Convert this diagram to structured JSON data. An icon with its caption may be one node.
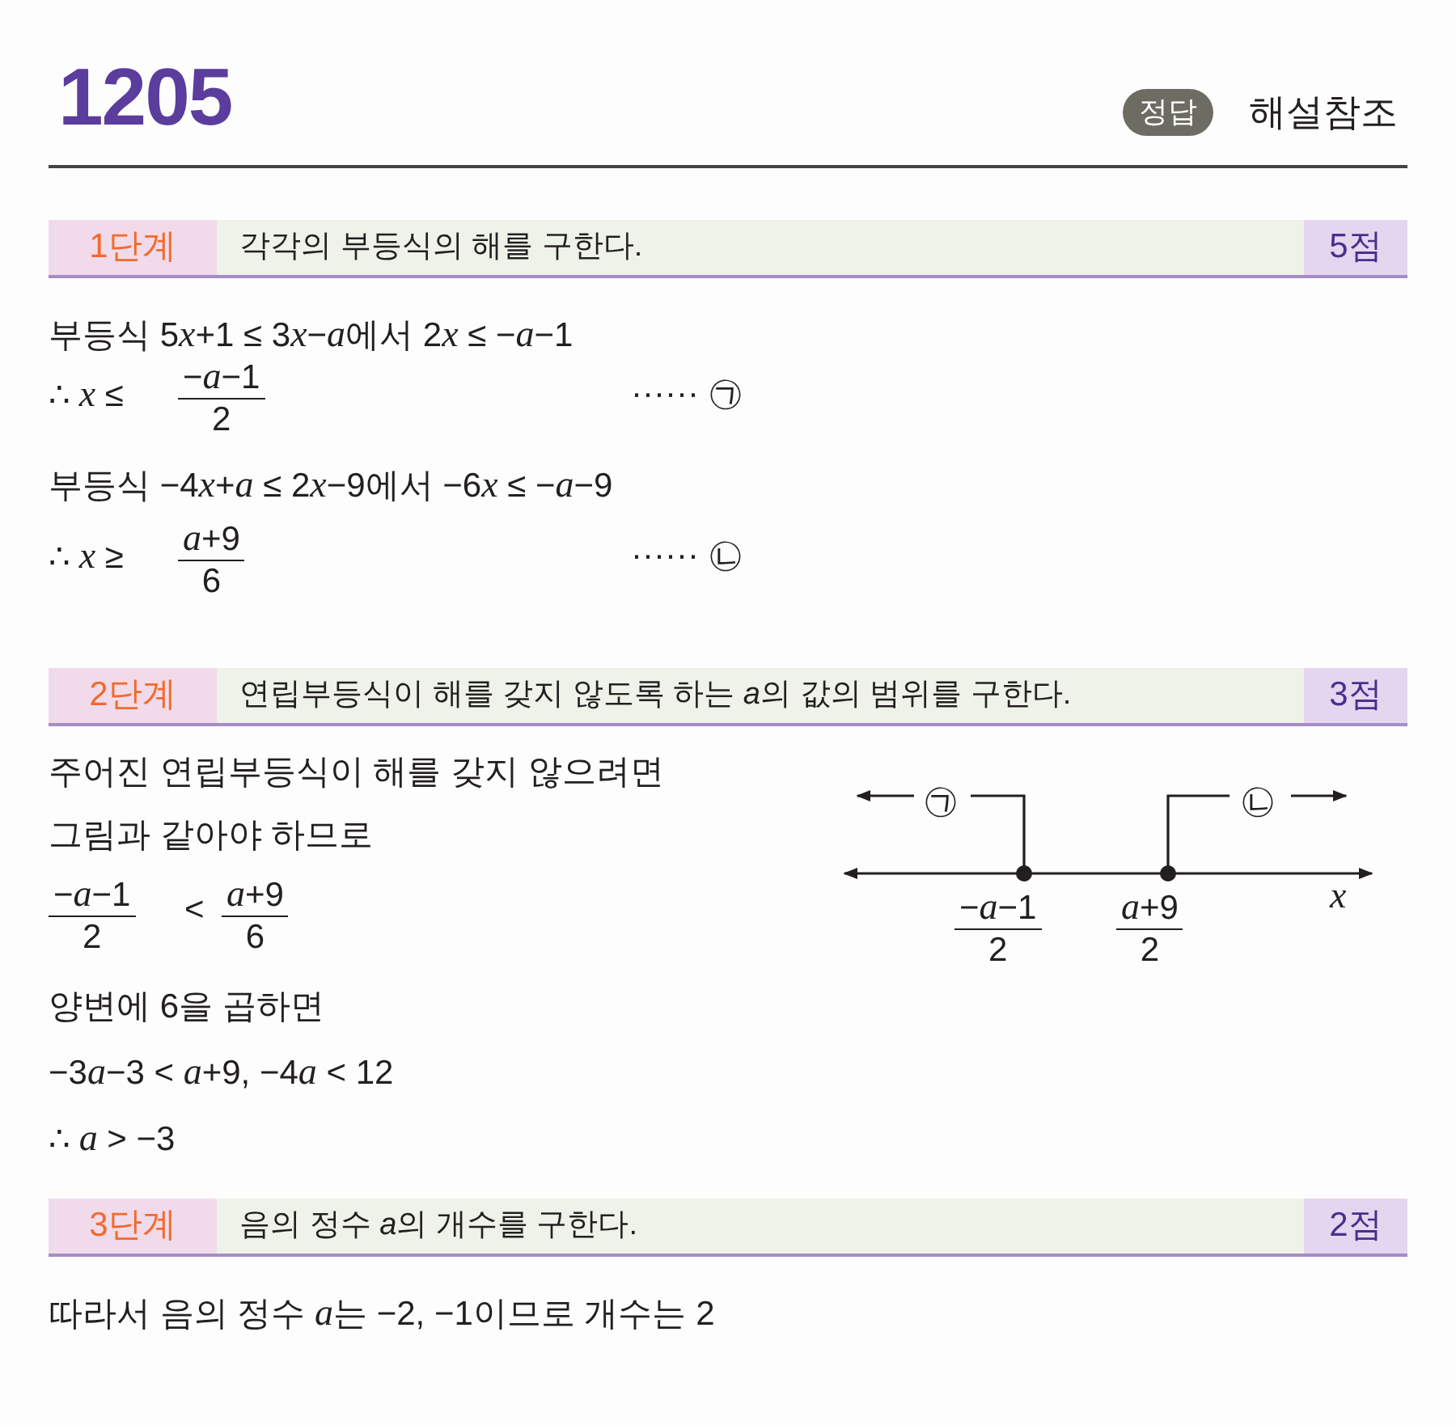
{
  "diagram": {
    "title": "1205",
    "nodes": [
      {
        "text": [
          "정답"
        ]
      },
      {
        "text": [
          "1단계",
          "각각의 부등식의 해를 구한다.",
          "5점"
        ]
      },
      {
        "text": [
          "2단계",
          "연립부등식이 해를 갖지 않도록 하는 a의 값의 범위를 구한다.",
          "3점"
        ]
      },
      {
        "text": [
          "3단계",
          "음의 정수 a의 개수를 구한다.",
          "2점"
        ]
      }
    ],
    "labels": [
      "해설참조",
      "부등식 5x+1 ≤ 3x−a에서 2x ≤ −a−1",
      "∴ x ≤",
      "−a−1",
      "2",
      "······ ㉠",
      "부등식 −4x+a ≤ 2x−9에서 −6x ≤ −a−9",
      "∴ x ≥",
      "a+9",
      "6",
      "······ ㉡",
      "주어진 연립부등식이 해를 갖지 않으려면",
      "그림과 같아야 하므로",
      "−a−1",
      "2",
      "<",
      "a+9",
      "6",
      "양변에 6을 곱하면",
      "−3a−3 < a+9, −4a < 12",
      "∴ a > −3",
      "㉠",
      "㉡",
      "x",
      "−a−1",
      "2",
      "a+9",
      "2",
      "따라서 음의 정수 a는 −2, −1이므로 개수는 2"
    ]
  }
}
